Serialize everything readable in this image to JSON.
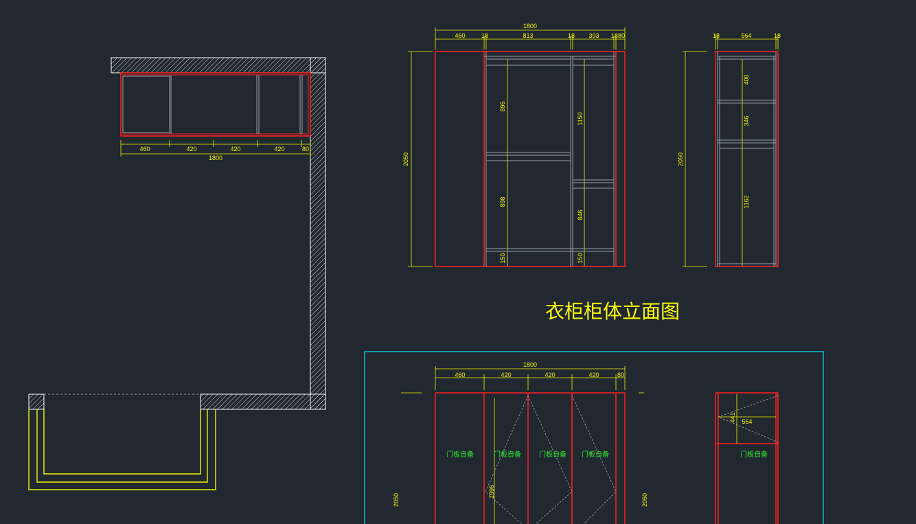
{
  "title": "衣柜柜体立面图",
  "door_label": "门板自备",
  "plan": {
    "segments": [
      "460",
      "420",
      "420",
      "420",
      "80"
    ],
    "total": "1800"
  },
  "front_elevation": {
    "total": "1800",
    "top_segments": [
      "460",
      "18",
      "813",
      "18",
      "393",
      "18",
      "80"
    ],
    "height": "2050",
    "inner_dims": [
      "896",
      "898",
      "150",
      "1150",
      "846",
      "150"
    ]
  },
  "side_elevation": {
    "top_segments": [
      "18",
      "564",
      "18"
    ],
    "height": "2050",
    "inner_dims": [
      "400",
      "346",
      "1162"
    ]
  },
  "door_elevation": {
    "total": "1800",
    "segments": [
      "460",
      "420",
      "420",
      "420",
      "80"
    ],
    "height_left": "2050",
    "height_right": "2050",
    "inner_height": "1995"
  },
  "door_side": {
    "depth": "564",
    "top_height": "441"
  },
  "colors": {
    "background": "#212830",
    "cabinet": "#ff2020",
    "dimension": "#f5f500",
    "frame": "#00e5ff",
    "label": "#2ee62e",
    "structure": "#9aa0a6"
  }
}
